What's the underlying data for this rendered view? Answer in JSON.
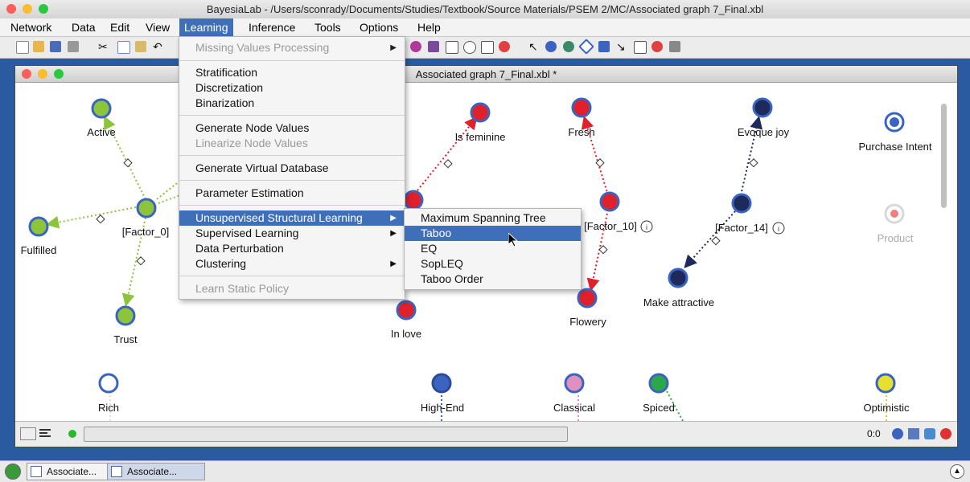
{
  "window": {
    "title": "BayesiaLab - /Users/sconrady/Documents/Studies/Textbook/Source Materials/PSEM 2/MC/Associated graph 7_Final.xbl"
  },
  "menubar": [
    "Network",
    "Data",
    "Edit",
    "View",
    "Learning",
    "Inference",
    "Tools",
    "Options",
    "Help"
  ],
  "inner_window": {
    "title": "Associated graph 7_Final.xbl *"
  },
  "learning_menu": {
    "items": [
      {
        "label": "Missing Values Processing",
        "disabled": true,
        "submenu": true
      },
      {
        "label": "Stratification"
      },
      {
        "label": "Discretization"
      },
      {
        "label": "Binarization"
      },
      {
        "label": "Generate Node Values"
      },
      {
        "label": "Linearize Node Values",
        "disabled": true
      },
      {
        "label": "Generate Virtual Database"
      },
      {
        "label": "Parameter Estimation"
      },
      {
        "label": "Unsupervised Structural Learning",
        "submenu": true,
        "highlighted": true
      },
      {
        "label": "Supervised Learning",
        "submenu": true
      },
      {
        "label": "Data Perturbation"
      },
      {
        "label": "Clustering",
        "submenu": true
      },
      {
        "label": "Learn Static Policy",
        "disabled": true
      }
    ]
  },
  "submenu": {
    "items": [
      "Maximum Spanning Tree",
      "Taboo",
      "EQ",
      "SopLEQ",
      "Taboo Order"
    ],
    "highlighted": "Taboo"
  },
  "nodes": {
    "active": "Active",
    "factor0": "[Factor_0]",
    "fulfilled": "Fulfilled",
    "trust": "Trust",
    "rich": "Rich",
    "is_feminine": "Is feminine",
    "in_love": "In love",
    "high_end": "High-End",
    "fresh": "Fresh",
    "factor10": "[Factor_10]",
    "flowery": "Flowery",
    "classical": "Classical",
    "spiced": "Spiced",
    "evoque_joy": "Evoque joy",
    "factor14": "[Factor_14]",
    "make_attractive": "Make attractive",
    "purchase_intent": "Purchase Intent",
    "product": "Product",
    "optimistic": "Optimistic"
  },
  "colors": {
    "green": "#8cc43c",
    "red": "#e0202a",
    "navy": "#1e2a5a",
    "node_ring": "#3a64c0",
    "menu_highlight": "#3e6fb8"
  },
  "statusbar": {
    "ratio": "0:0"
  },
  "taskbar": {
    "tasks": [
      "Associate...",
      "Associate..."
    ]
  }
}
